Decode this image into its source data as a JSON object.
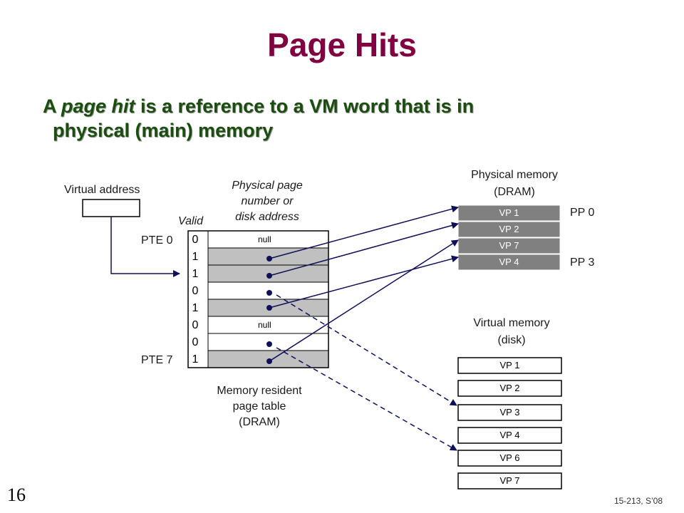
{
  "slide": {
    "title": "Page Hits",
    "bullet_prefix": "A ",
    "bullet_emphasis": "page hit",
    "bullet_line1_rest": " is a reference to a VM word that is in",
    "bullet_line2": "physical (main) memory",
    "slide_number": "16",
    "footer": "15-213, S’08"
  },
  "diagram": {
    "virtual_address_label": "Virtual address",
    "ppn_header": [
      "Physical page",
      "number or",
      "disk address"
    ],
    "valid_header": "Valid",
    "pte0_label": "PTE 0",
    "pte7_label": "PTE 7",
    "page_table_caption": [
      "Memory resident",
      "page table",
      "(DRAM)"
    ],
    "page_table": [
      {
        "valid": "0",
        "entry": "null",
        "resident": false
      },
      {
        "valid": "1",
        "entry": "",
        "resident": true
      },
      {
        "valid": "1",
        "entry": "",
        "resident": true
      },
      {
        "valid": "0",
        "entry": "",
        "resident": false
      },
      {
        "valid": "1",
        "entry": "",
        "resident": true
      },
      {
        "valid": "0",
        "entry": "null",
        "resident": false
      },
      {
        "valid": "0",
        "entry": "",
        "resident": false
      },
      {
        "valid": "1",
        "entry": "",
        "resident": true
      }
    ],
    "physical_memory_title": [
      "Physical memory",
      "(DRAM)"
    ],
    "physical_memory": [
      "VP 1",
      "VP 2",
      "VP 7",
      "VP 4"
    ],
    "pp0_label": "PP 0",
    "pp3_label": "PP 3",
    "virtual_memory_title": [
      "Virtual memory",
      "(disk)"
    ],
    "virtual_memory": [
      "VP 1",
      "VP 2",
      "VP 3",
      "VP 4",
      "VP 6",
      "VP 7"
    ],
    "colors": {
      "title": "#800040",
      "bullet": "#1a4d0f",
      "resident_cell": "#c0c0c0",
      "memory_block": "#808080",
      "arrow": "#10105a"
    }
  }
}
